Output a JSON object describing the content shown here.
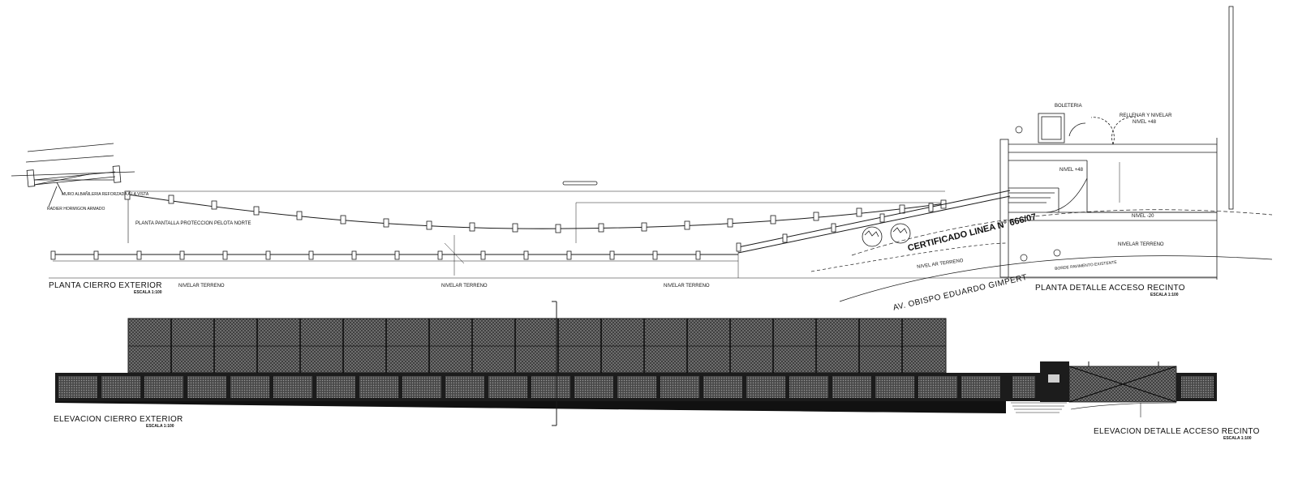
{
  "titles": {
    "plan_fence": "PLANTA CIERRO EXTERIOR",
    "plan_fence_scale": "ESCALA 1:100",
    "plan_access": "PLANTA DETALLE ACCESO RECINTO",
    "plan_access_scale": "ESCALA 1:100",
    "elev_fence": "ELEVACION CIERRO EXTERIOR",
    "elev_fence_scale": "ESCALA 1:100",
    "elev_access": "ELEVACION  DETALLE ACCESO RECINTO",
    "elev_access_scale": "ESCALA 1:100"
  },
  "notes": {
    "protection_net": "PLANTA PANTALLA PROTECCION PELOTA NORTE",
    "terrain_1": "NIVELAR TERRENO",
    "terrain_2": "NIVELAR TERRENO",
    "terrain_3": "NIVELAR TERRENO",
    "terrain_4": "NIVELAR TERRENO",
    "terrain_5": "NIVEL AR TERRENO",
    "ticket_office": "BOLETERIA",
    "fill_level": "RELLENAR Y NIVELAR",
    "level_48a": "NIVEL +48",
    "level_48b": "NIVEL +48",
    "level_20": "NIVEL -20",
    "pavement_edge": "BORDE PAVIMENTO EXISTENTE",
    "certificate": "CERTIFICADO LINEA N° 666/07",
    "street": "AV. OBISPO EDUARDO GIMPERT",
    "detail_wall": "MURO ALBAÑILERIA REFORZADA A LA VISTA",
    "detail_beam": "RADIER HORMIGON ARMADO"
  },
  "colors": {
    "line": "#1a1a1a",
    "fill_dark": "#2b2b2b",
    "fill_panel": "#5c5c5c"
  }
}
